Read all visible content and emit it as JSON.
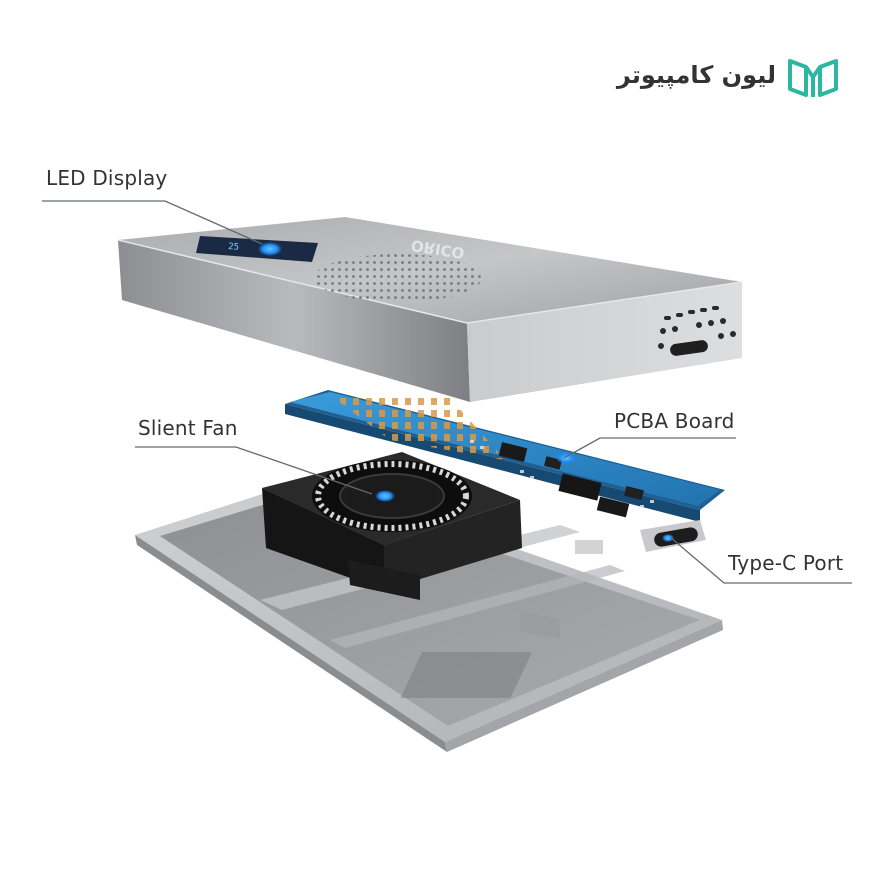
{
  "brand": {
    "name": "لیون کامپیوتر",
    "accent_color": "#2bb7a0"
  },
  "product": {
    "logo_text": "ORICO"
  },
  "callouts": {
    "led_display": "LED Display",
    "silent_fan": "Slient Fan",
    "pcba_board": "PCBA Board",
    "type_c_port": "Type-C Port"
  },
  "colors": {
    "case_silver": "#b9bbbd",
    "pcb_blue": "#2f8fd0",
    "fan_black": "#1b1b1b",
    "indicator_blue": "#1e90ff"
  }
}
